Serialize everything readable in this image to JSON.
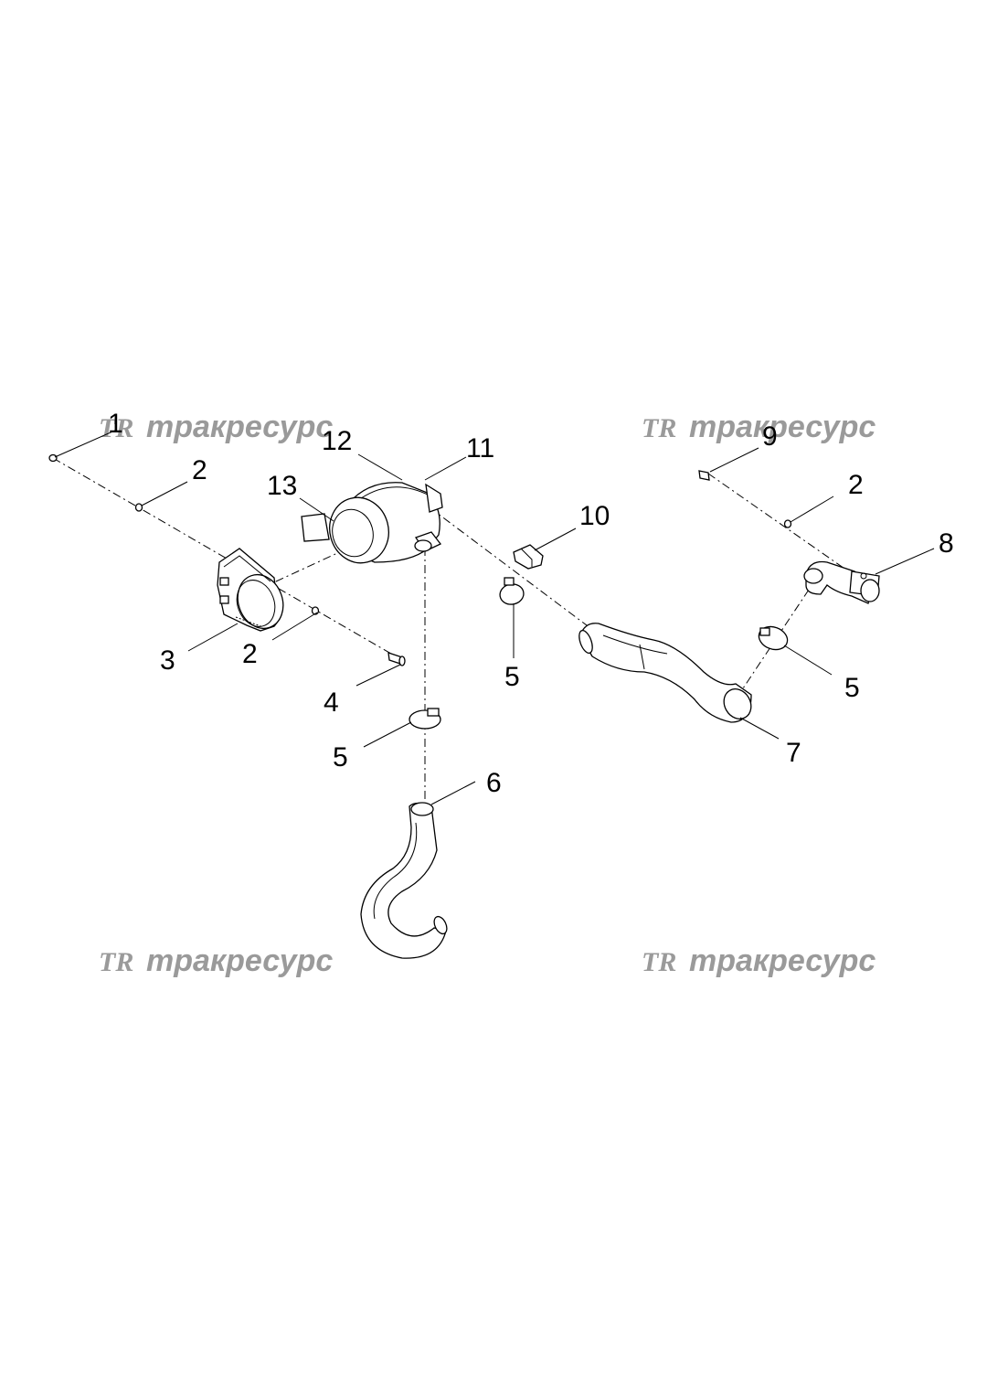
{
  "watermark": {
    "brand_text": "тракресурс",
    "logo_mark": "TR"
  },
  "callouts": [
    "1",
    "2",
    "3",
    "2",
    "4",
    "5",
    "5",
    "6",
    "7",
    "5",
    "8",
    "2",
    "9",
    "10",
    "11",
    "12",
    "13"
  ]
}
